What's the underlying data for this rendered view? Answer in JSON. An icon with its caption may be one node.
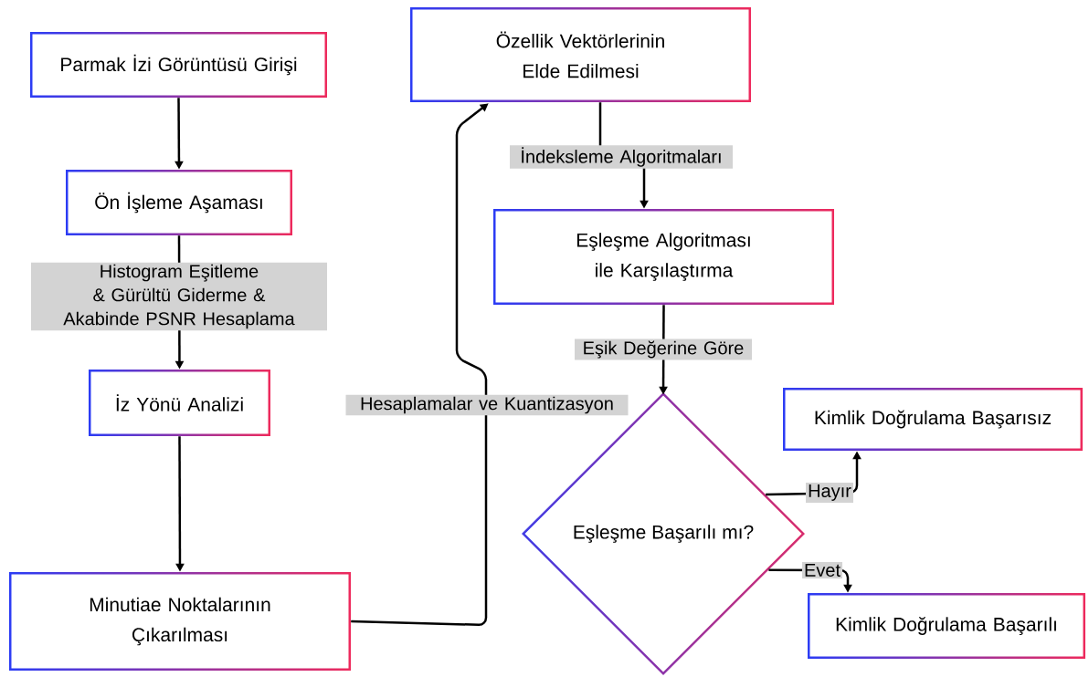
{
  "diagram": {
    "nodes": [
      {
        "text": [
          "Parmak İzi Görüntüsü Girişi"
        ]
      },
      {
        "text": [
          "Ön İşleme Aşaması"
        ]
      },
      {
        "text": [
          "İz Yönü Analizi"
        ]
      },
      {
        "text": [
          "Minutiae Noktalarının Çıkarılması"
        ]
      },
      {
        "text": [
          "Özellik Vektörlerinin Elde Edilmesi"
        ]
      },
      {
        "text": [
          "Eşleşme Algoritması ile Karşılaştırma"
        ]
      },
      {
        "text": [
          "Eşleşme Başarılı mı?"
        ]
      },
      {
        "text": [
          "Kimlik Doğrulama Başarısız"
        ]
      },
      {
        "text": [
          "Kimlik Doğrulama Başarılı"
        ]
      }
    ],
    "edges": [
      {
        "from": 0,
        "to": 1,
        "arrow": "to"
      },
      {
        "from": 1,
        "to": 2,
        "arrow": "to",
        "label": "Histogram Eşitleme & Gürültü Giderme & Akabinde PSNR Hesaplama"
      },
      {
        "from": 2,
        "to": 3,
        "arrow": "to"
      },
      {
        "from": 3,
        "to": 4,
        "arrow": "to",
        "label": "Hesaplamalar ve Kuantizasyon"
      },
      {
        "from": 4,
        "to": 5,
        "arrow": "to",
        "label": "İndeksleme Algoritmaları"
      },
      {
        "from": 5,
        "to": 6,
        "arrow": "to",
        "label": "Eşik Değerine Göre"
      },
      {
        "from": 6,
        "to": 7,
        "arrow": "to",
        "label": "Hayır"
      },
      {
        "from": 6,
        "to": 8,
        "arrow": "to",
        "label": "Evet"
      }
    ]
  }
}
